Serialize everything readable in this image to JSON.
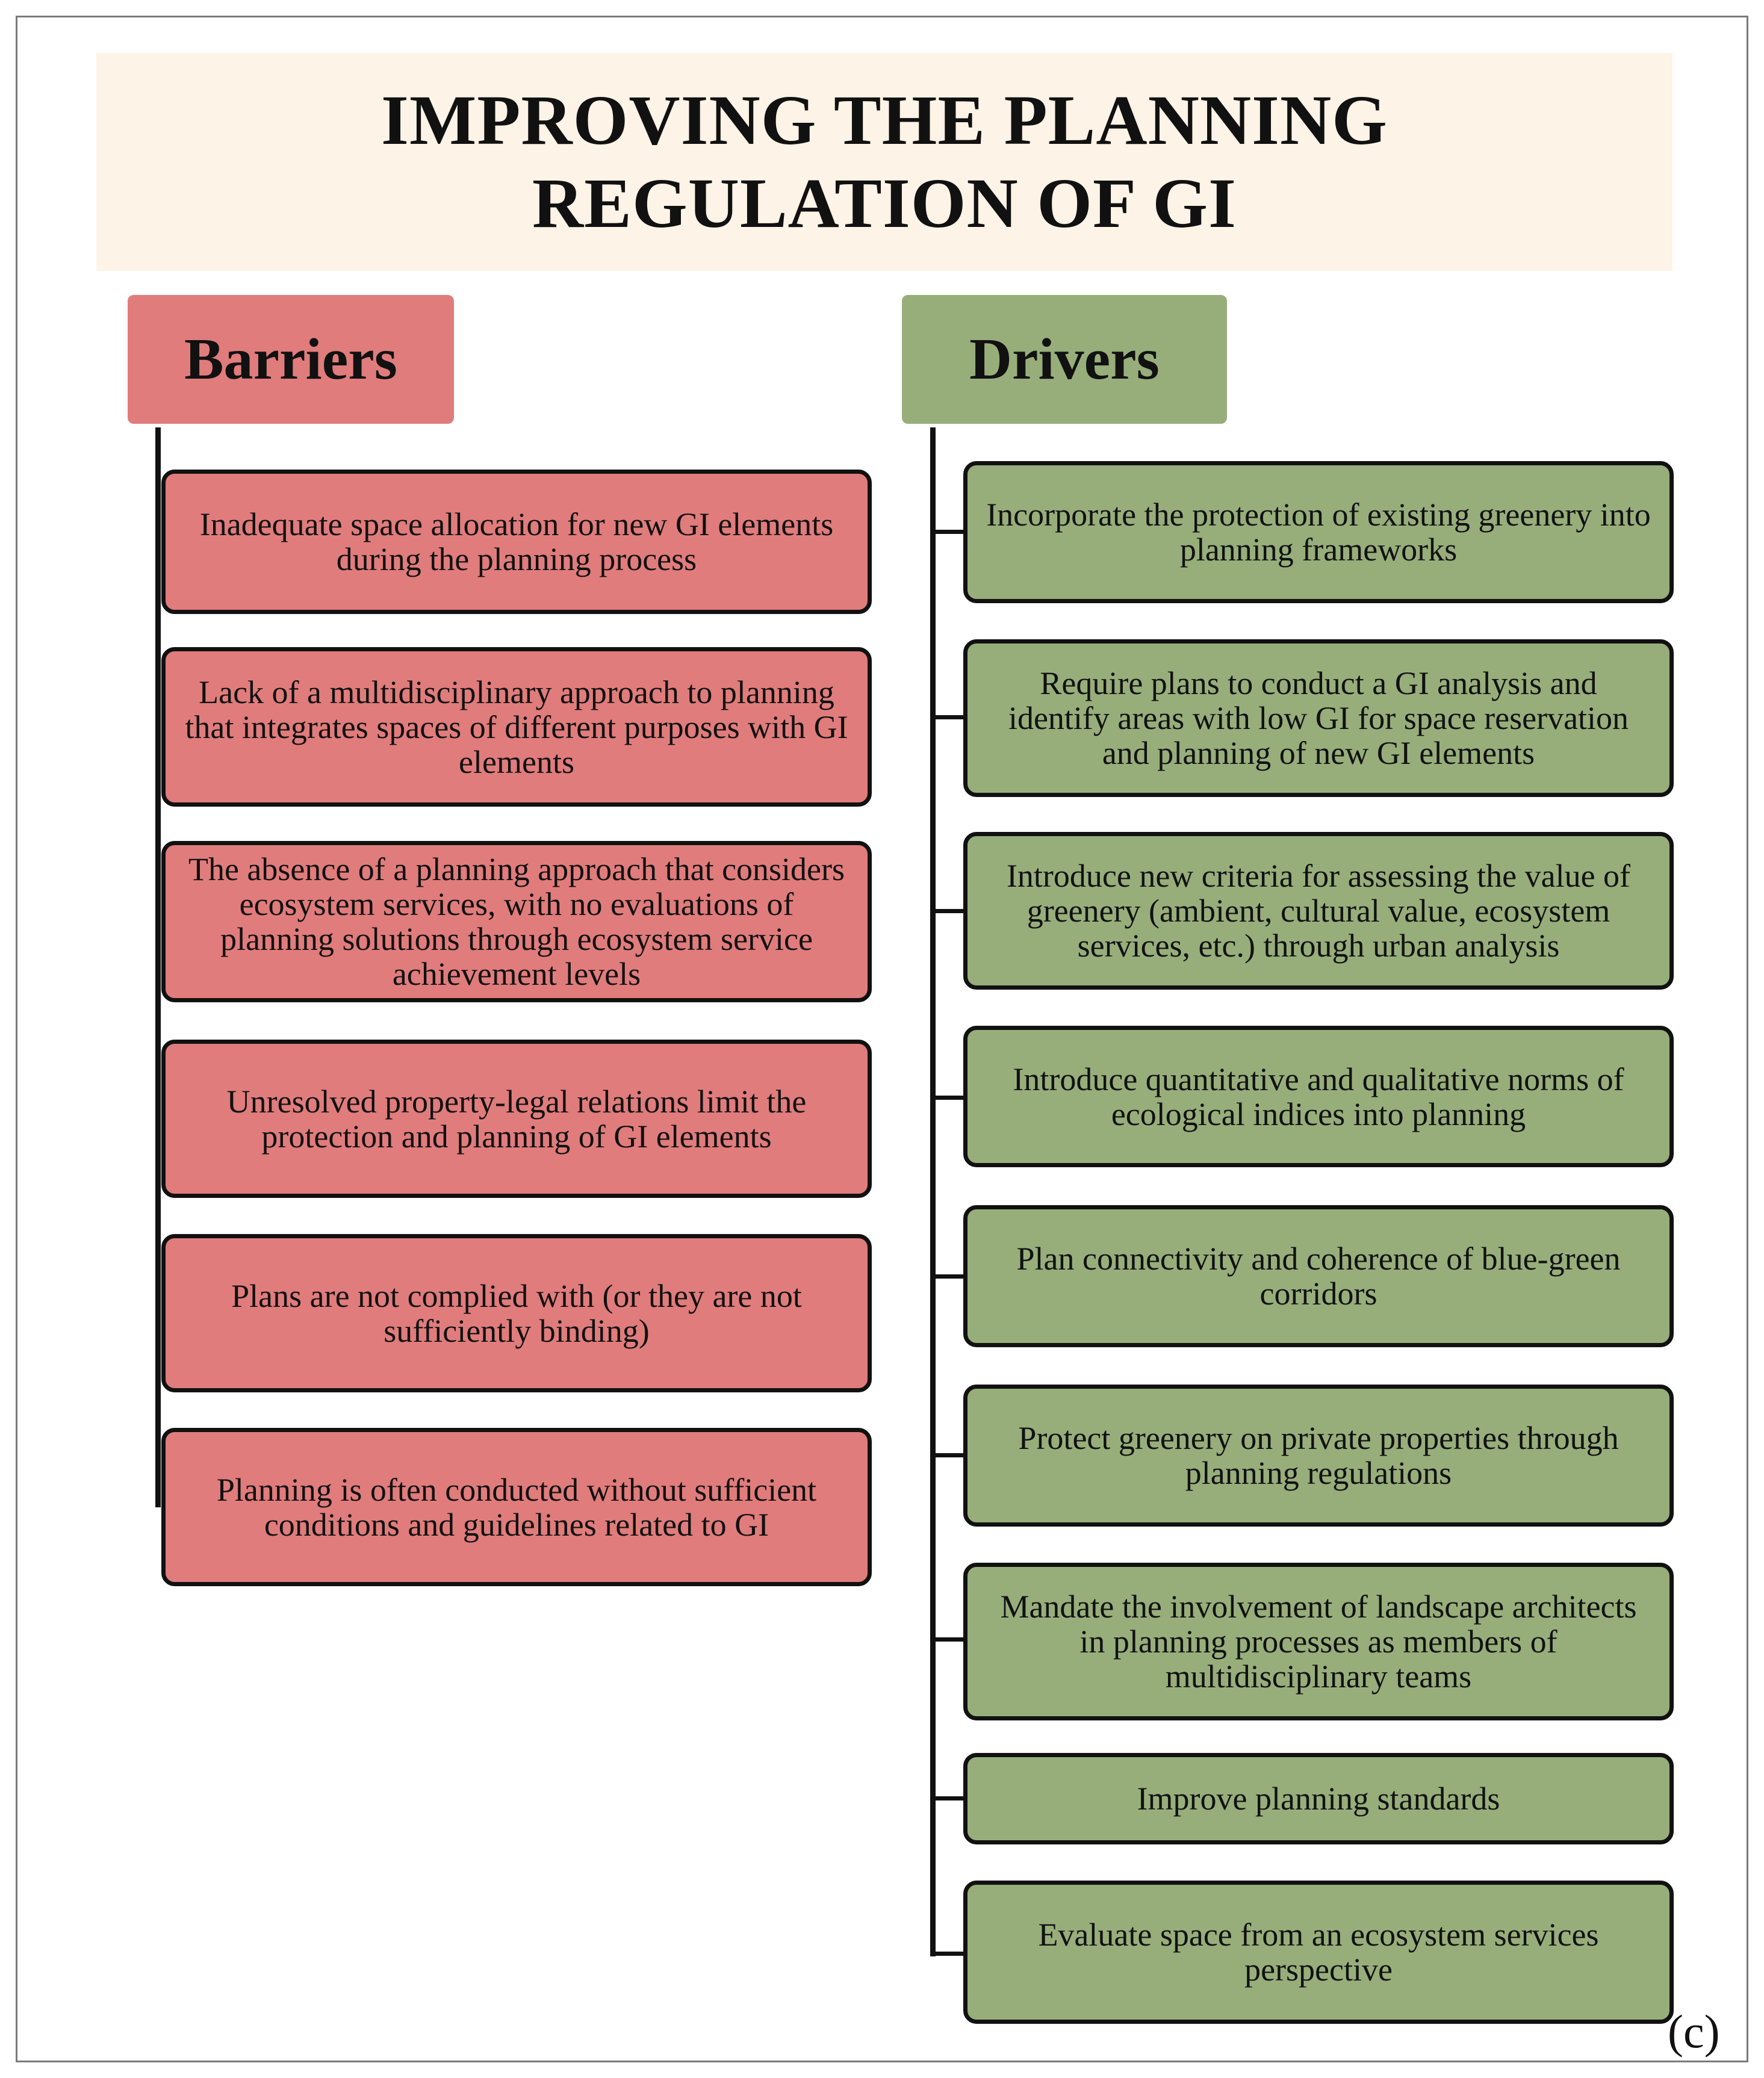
{
  "title": {
    "line1": "IMPROVING THE PLANNING",
    "line2": "REGULATION OF GI"
  },
  "barriers": {
    "heading": "Barriers",
    "items": [
      "Inadequate space allocation for new GI elements during the planning process",
      "Lack of a multidisciplinary approach to planning that integrates spaces of different purposes with GI elements",
      "The absence of a planning approach that considers ecosystem services, with no evaluations of planning solutions through ecosystem service achievement levels",
      "Unresolved property-legal relations limit the protection and planning of GI elements",
      "Plans are not complied with (or they are not sufficiently binding)",
      "Planning is often conducted without sufficient conditions and guidelines related to GI"
    ]
  },
  "drivers": {
    "heading": "Drivers",
    "items": [
      "Incorporate the protection of existing greenery into planning frameworks",
      "Require plans to conduct a GI analysis and identify areas with low GI for space reservation and planning of new GI elements",
      "Introduce new criteria for assessing the value of greenery (ambient, cultural value, ecosystem services, etc.) through urban analysis",
      "Introduce quantitative and qualitative norms of ecological indices into planning",
      "Plan connectivity and coherence of blue-green corridors",
      "Protect greenery on private properties through planning regulations",
      "Mandate the involvement of landscape architects in planning processes as members of multidisciplinary teams",
      "Improve planning standards",
      "Evaluate space from an ecosystem services perspective"
    ]
  },
  "panel_label": "(c)",
  "colors": {
    "title_band": "#fdf3e6",
    "barrier_fill": "#e17c7c",
    "driver_fill": "#97ae7b",
    "outline": "#111111"
  }
}
